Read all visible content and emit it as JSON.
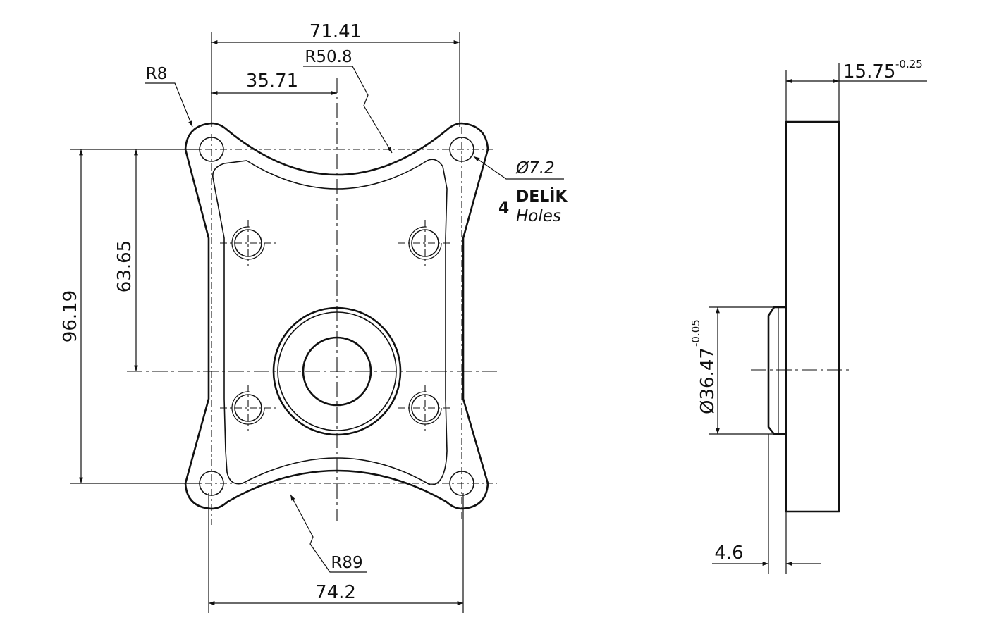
{
  "front_view": {
    "top_width": "71.41",
    "top_half_width": "35.71",
    "top_arc_radius": "R50.8",
    "corner_radius": "R8",
    "hole_diameter": "Ø7.2",
    "hole_count": "4",
    "hole_label_tr": "DELİK",
    "hole_label_en": "Holes",
    "outer_height": "96.19",
    "inner_height": "63.65",
    "bottom_arc_radius": "R89",
    "bottom_width": "74.2"
  },
  "side_view": {
    "thickness": "15.75",
    "thickness_tol": "-0.25",
    "boss_diameter": "Ø36.47",
    "boss_diameter_tol": "-0.05",
    "boss_height": "4.6"
  }
}
